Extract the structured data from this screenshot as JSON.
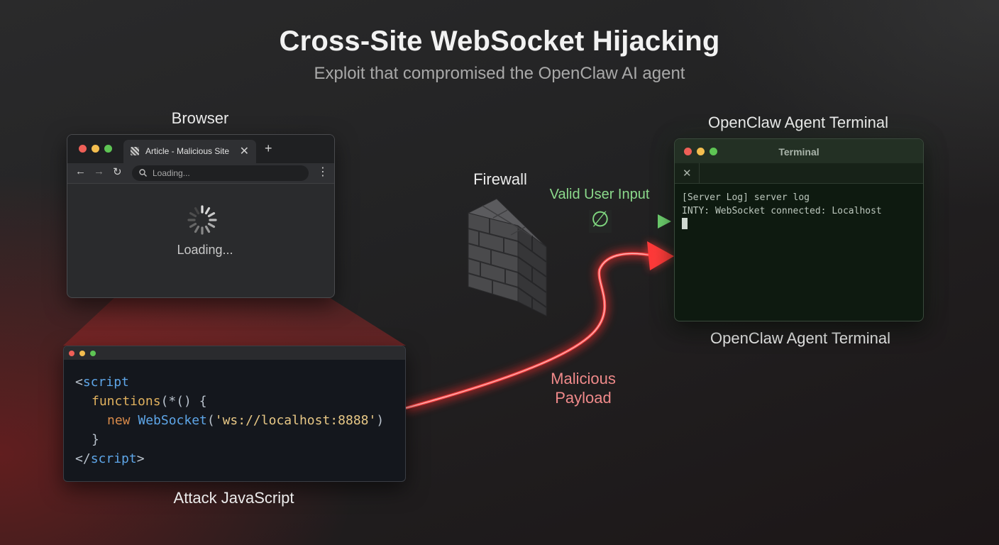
{
  "title": "Cross-Site WebSocket Hijacking",
  "subtitle": "Exploit that compromised the OpenClaw AI agent",
  "browser": {
    "caption": "Browser",
    "tab_title": "Article - Malicious Site",
    "tab_close": "✕",
    "new_tab": "+",
    "back": "←",
    "forward": "→",
    "reload": "↻",
    "address": "Loading...",
    "menu": "⋮",
    "loading_text": "Loading..."
  },
  "firewall": {
    "label": "Firewall"
  },
  "flows": {
    "valid": {
      "label": "Valid User Input",
      "symbol": "∅",
      "color": "#6fcf6f"
    },
    "malicious": {
      "label_line1": "Malicious",
      "label_line2": "Payload",
      "color": "#ff3b3b"
    }
  },
  "terminal": {
    "caption_top": "OpenClaw Agent Terminal",
    "caption_bottom": "OpenClaw Agent Terminal",
    "window_title": "Terminal",
    "tab_close": "✕",
    "lines": [
      "[Server Log] server log",
      "INTY: WebSocket connected: Localhost"
    ]
  },
  "code": {
    "caption": "Attack JavaScript",
    "l1_open": "<",
    "l1_tag": "script",
    "l2_fn": "functions",
    "l2_rest": "(*() {",
    "l3_kw": "new ",
    "l3_cls": "WebSocket",
    "l3_open": "(",
    "l3_str": "'ws://localhost:8888'",
    "l3_close": ")",
    "l4": "}",
    "l5_open": "</",
    "l5_tag": "script",
    "l5_close": ">"
  }
}
